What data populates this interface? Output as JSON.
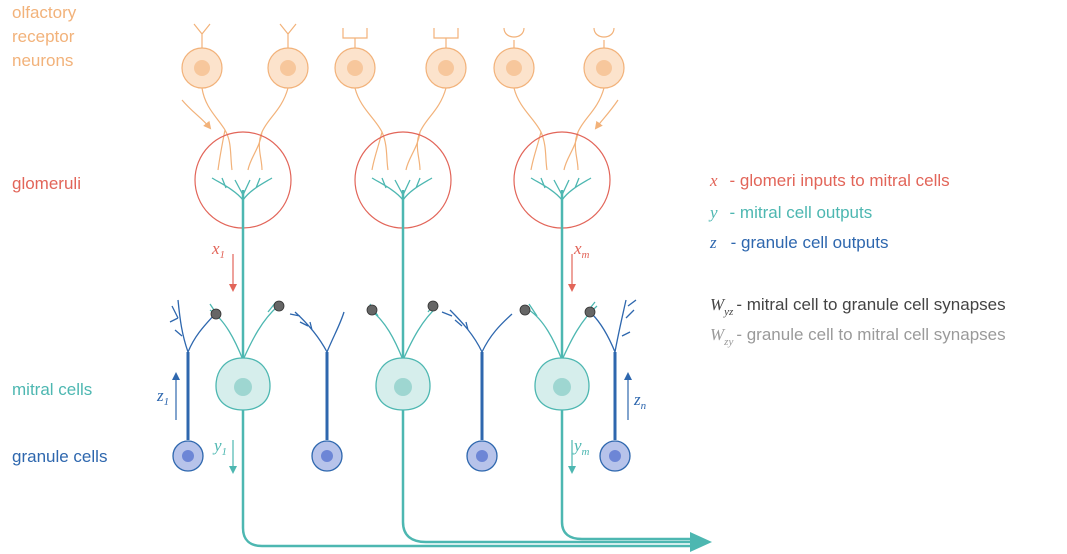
{
  "colors": {
    "orn": "#F2B27A",
    "orn_fill": "#FCE3CC",
    "orn_core": "#F7C79C",
    "glom": "#E26559",
    "mitral": "#4DB7B1",
    "mitral_fill": "#D6EEEC",
    "mitral_core": "#9ED6D1",
    "granule": "#2E67AE",
    "granule_fill": "#B7C3EA",
    "granule_core": "#6D86D6",
    "synapse": "#555555",
    "wzy": "#9A9A9A",
    "wyz": "#444444"
  },
  "labels": {
    "orn": [
      "olfactory",
      "receptor",
      "neurons"
    ],
    "glomeruli": "glomeruli",
    "mitral": "mitral cells",
    "granule": "granule cells"
  },
  "variables": {
    "x1": {
      "sym": "x",
      "sub": "1"
    },
    "xm": {
      "sym": "x",
      "sub": "m"
    },
    "y1": {
      "sym": "y",
      "sub": "1"
    },
    "ym": {
      "sym": "y",
      "sub": "m"
    },
    "z1": {
      "sym": "z",
      "sub": "1"
    },
    "zn": {
      "sym": "z",
      "sub": "n"
    }
  },
  "legend": [
    {
      "sym": "x",
      "sub": "",
      "text": "-  glomeri inputs to mitral cells",
      "color_key": "glom"
    },
    {
      "sym": "y",
      "sub": "",
      "text": "-  mitral cell outputs",
      "color_key": "mitral"
    },
    {
      "sym": "z",
      "sub": "",
      "text": "- granule cell outputs",
      "color_key": "granule"
    },
    {
      "sym": "W",
      "sub": "yz",
      "text": "- mitral cell to granule cell synapses",
      "color_key": "wyz"
    },
    {
      "sym": "W",
      "sub": "zy",
      "text": "- granule cell to mitral cell synapses",
      "color_key": "wzy"
    }
  ]
}
